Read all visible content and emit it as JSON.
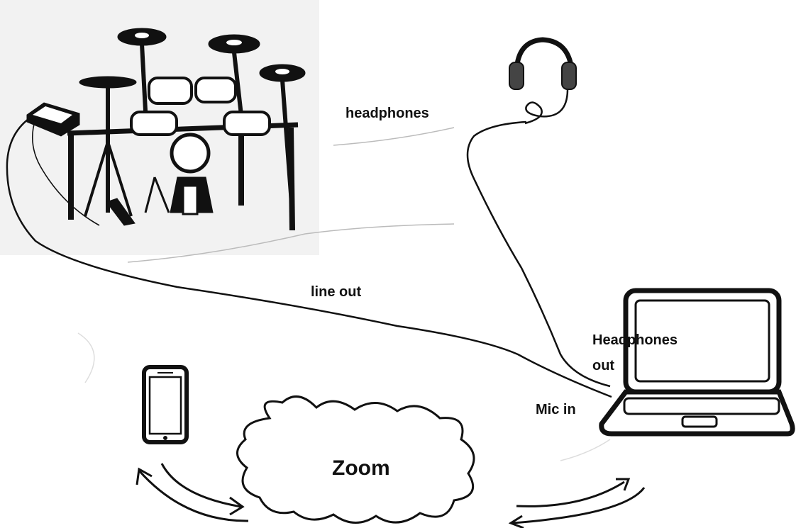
{
  "labels": {
    "headphones": "headphones",
    "line_out": "line out",
    "headphones_out_line1": "Headphones",
    "headphones_out_line2": "out",
    "mic_in": "Mic in",
    "zoom": "Zoom"
  },
  "colors": {
    "ink": "#111111",
    "background": "#ffffff",
    "faint": "#e6e6e6"
  }
}
